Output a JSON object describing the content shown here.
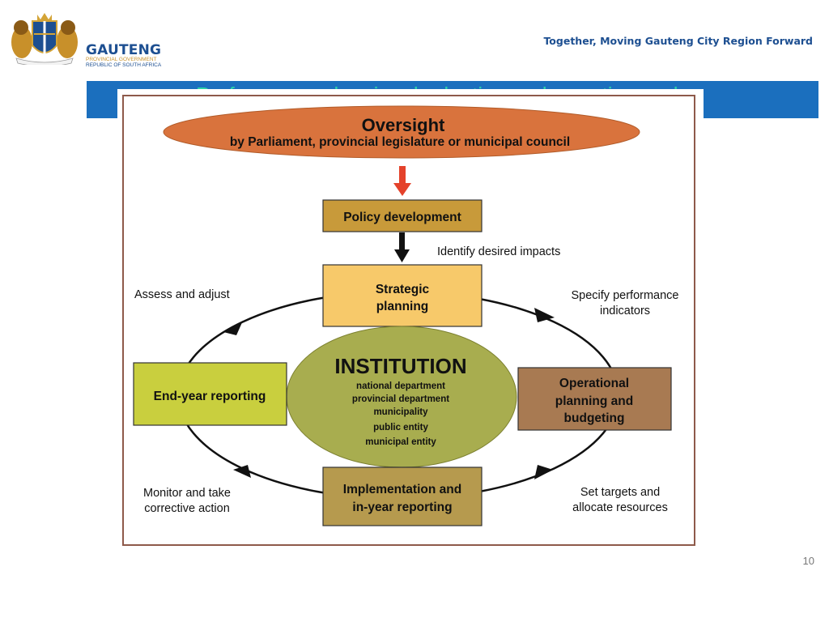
{
  "header": {
    "brand_name": "GAUTENG",
    "brand_sub1": "PROVINCIAL GOVERNMENT",
    "brand_sub2": "REPUBLIC OF SOUTH AFRICA",
    "slogan": "Together, Moving Gauteng City Region Forward"
  },
  "slide": {
    "title": "Performance planning, budgeting and reporting cycle",
    "page_number": "10"
  },
  "diagram": {
    "oversight_title": "Oversight",
    "oversight_sub": "by Parliament, provincial legislature or municipal council",
    "policy": "Policy development",
    "identify": "Identify desired impacts",
    "strategic_1": "Strategic",
    "strategic_2": "planning",
    "assess": "Assess and adjust",
    "specify_1": "Specify performance",
    "specify_2": "indicators",
    "endyear": "End-year reporting",
    "institution": "INSTITUTION",
    "inst_items": [
      "national department",
      "provincial department",
      "municipality",
      "public entity",
      "municipal entity"
    ],
    "operational_1": "Operational",
    "operational_2": "planning and",
    "operational_3": "budgeting",
    "implementation_1": "Implementation and",
    "implementation_2": "in-year reporting",
    "monitor_1": "Monitor and take",
    "monitor_2": "corrective action",
    "settargets_1": "Set targets and",
    "settargets_2": "allocate resources"
  },
  "colors": {
    "title_band": "#1b6fbe",
    "oversight_fill": "#d9733d",
    "policy_fill": "#c89a3a",
    "strategic_fill": "#f7c96a",
    "endyear_fill": "#c9cf3e",
    "institution_fill": "#a8ad4f",
    "operational_fill": "#a87a52",
    "implementation_fill": "#b69a4e",
    "arrow_red": "#e4422b"
  }
}
